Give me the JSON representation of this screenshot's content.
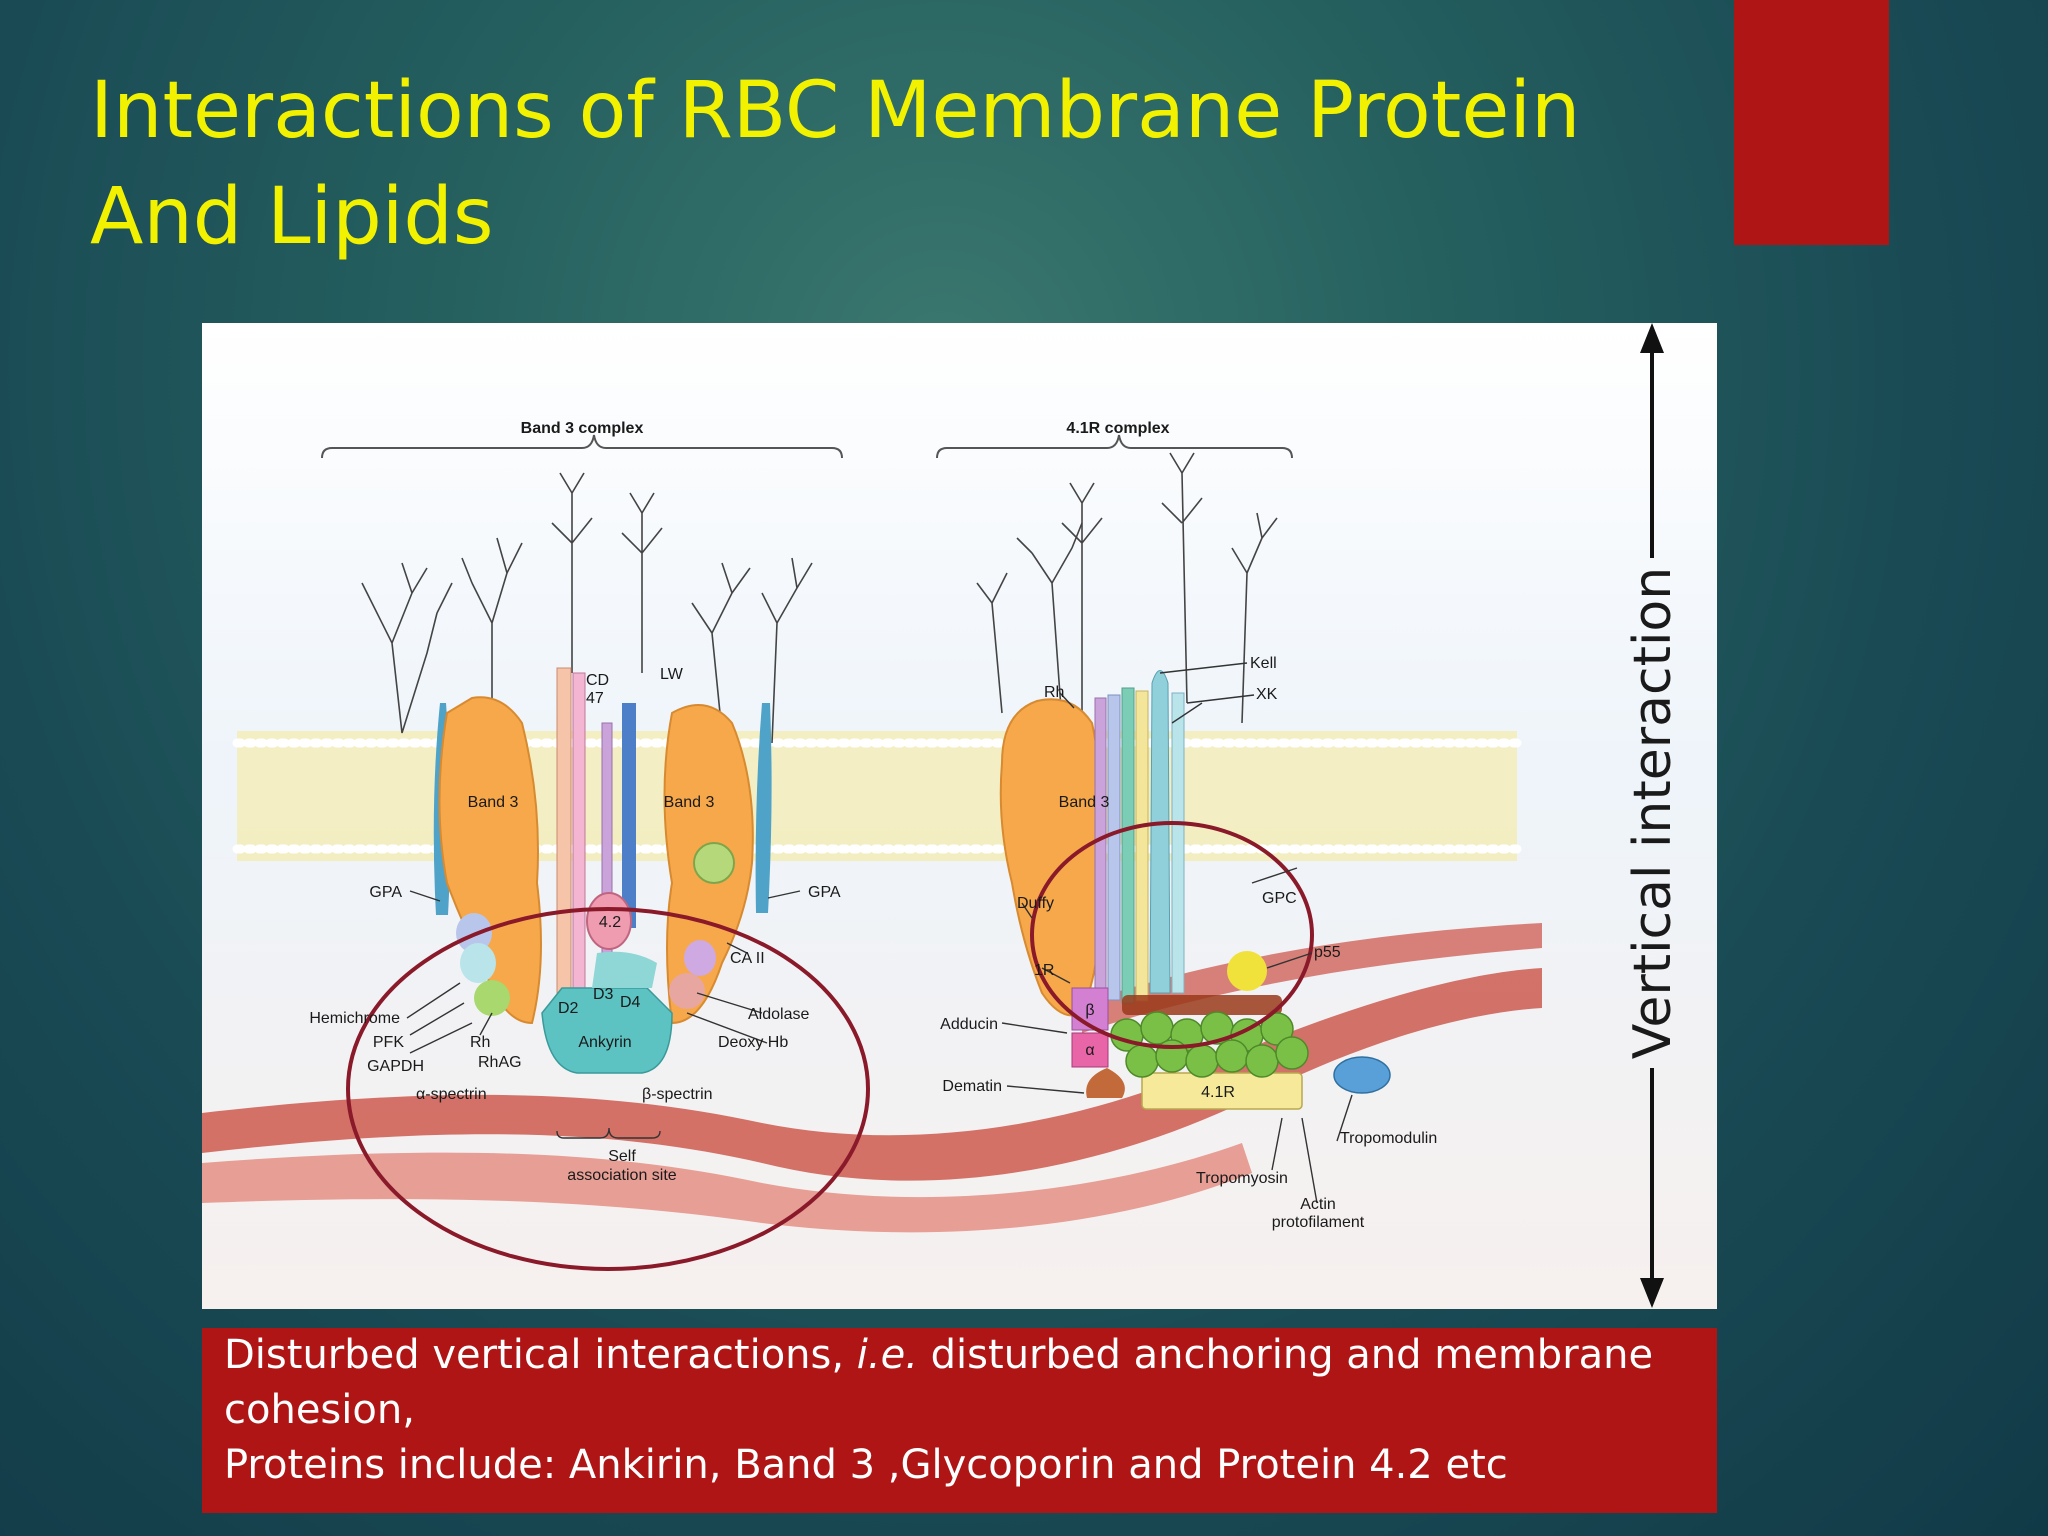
{
  "slide": {
    "title_line1": "Interactions of RBC Membrane Protein",
    "title_line2": "And Lipids",
    "accent_color": "#b01515",
    "title_color": "#f2f200"
  },
  "figure": {
    "complex_left": "Band 3 complex",
    "complex_right": "4.1R complex",
    "vertical_label": "Vertical interaction",
    "labels": {
      "band3_a": "Band 3",
      "band3_b": "Band 3",
      "band3_c": "Band 3",
      "cd47_1": "CD",
      "cd47_2": "47",
      "lw": "LW",
      "gpa_left": "GPA",
      "gpa_right": "GPA",
      "p42": "4.2",
      "ca2": "CA II",
      "d2": "D2",
      "d3": "D3",
      "d4": "D4",
      "ankyrin": "Ankyrin",
      "hemichrome": "Hemichrome",
      "pfk": "PFK",
      "gapdh": "GAPDH",
      "rh_left": "Rh",
      "rhag": "RhAG",
      "aldolase": "Aldolase",
      "deoxy_hb": "Deoxy Hb",
      "alpha_spectrin": "α-spectrin",
      "beta_spectrin": "β-spectrin",
      "self_assoc_1": "Self",
      "self_assoc_2": "association site",
      "rh_right": "Rh",
      "kell": "Kell",
      "xk": "XK",
      "duffy": "Duffy",
      "gpc": "GPC",
      "p55": "p55",
      "r41_1R": "1R",
      "adducin": "Adducin",
      "beta": "β",
      "alpha": "α",
      "dematin": "Dematin",
      "r41": "4.1R",
      "tropomodulin": "Tropomodulin",
      "tropomyosin": "Tropomyosin",
      "actin_1": "Actin",
      "actin_2": "protofilament"
    },
    "colors": {
      "band3": "#f7a84a",
      "ankyrin": "#5cc2c2",
      "spectrin": "#cd5a4f",
      "lipid": "#f4ecb0",
      "circle": "#8a1a2a",
      "actin": "#7bc046"
    }
  },
  "caption": {
    "line1_pre": "Disturbed vertical interactions, ",
    "line1_italic": "i.e.",
    "line1_post": " disturbed anchoring and membrane",
    "line2": "cohesion,",
    "line3": "Proteins include: Ankirin, Band 3 ,Glycoporin and Protein 4.2 etc"
  }
}
